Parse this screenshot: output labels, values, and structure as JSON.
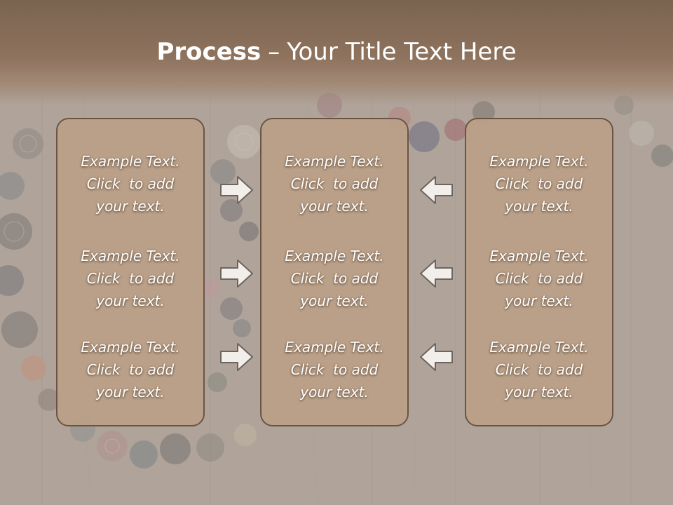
{
  "slide": {
    "title_bold": "Process",
    "title_sep": "–",
    "title_rest": "Your Title Text Here"
  },
  "columns": [
    {
      "items": [
        {
          "line1": "Example Text.",
          "line2": "Click  to add",
          "line3": "your text."
        },
        {
          "line1": "Example Text.",
          "line2": "Click  to add",
          "line3": "your text."
        },
        {
          "line1": "Example Text.",
          "line2": "Click  to add",
          "line3": "your text."
        }
      ]
    },
    {
      "items": [
        {
          "line1": "Example Text.",
          "line2": "Click  to add",
          "line3": "your text."
        },
        {
          "line1": "Example Text.",
          "line2": "Click  to add",
          "line3": "your text."
        },
        {
          "line1": "Example Text.",
          "line2": "Click  to add",
          "line3": "your text."
        }
      ]
    },
    {
      "items": [
        {
          "line1": "Example Text.",
          "line2": "Click  to add",
          "line3": "your text."
        },
        {
          "line1": "Example Text.",
          "line2": "Click  to add",
          "line3": "your text."
        },
        {
          "line1": "Example Text.",
          "line2": "Click  to add",
          "line3": "your text."
        }
      ]
    }
  ],
  "arrows": {
    "left_group": "arrow-right-icon",
    "right_group": "arrow-left-icon"
  },
  "colors": {
    "panel_fill": "#bba087",
    "panel_border": "#6a5544",
    "title_band": "#8e735e",
    "arrow_stroke": "#6b6560",
    "arrow_fill": "#f2eeea"
  }
}
